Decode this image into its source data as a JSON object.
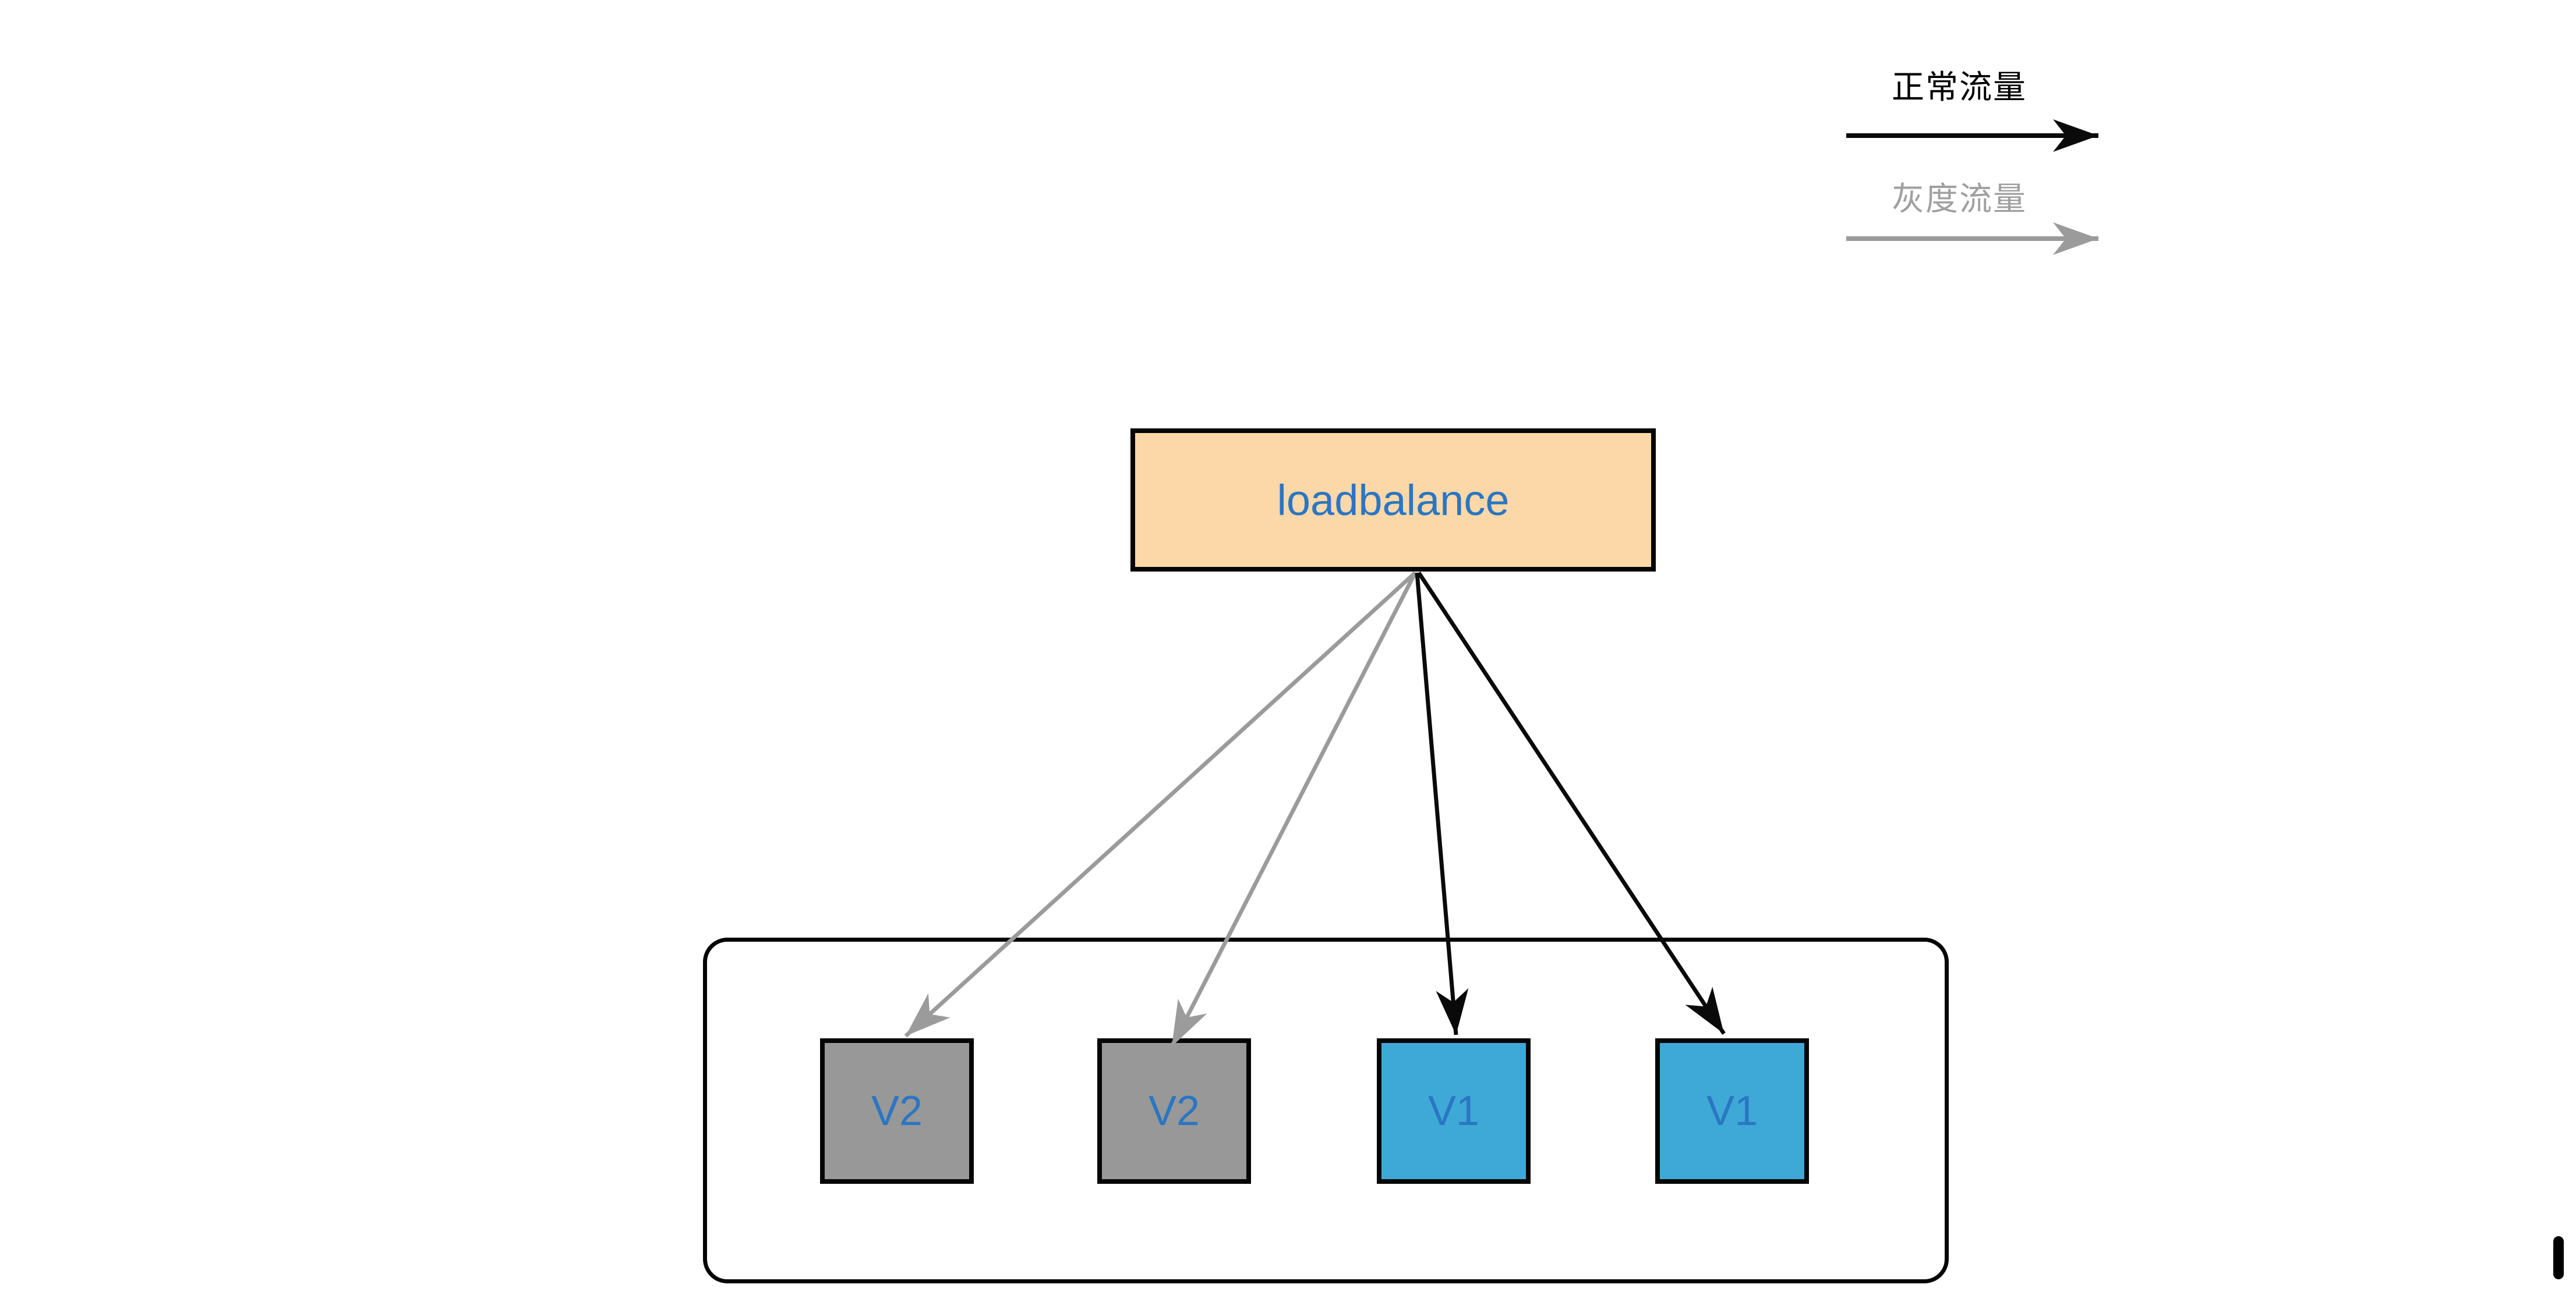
{
  "legend": {
    "normal_label": "正常流量",
    "gray_label": "灰度流量",
    "normal_color": "#000000",
    "gray_color": "#999999"
  },
  "main": {
    "loadbalance_label": "loadbalance",
    "loadbalance_fill": "#fcd8a8",
    "node_label_color": "#2b76c2",
    "instances": [
      {
        "label": "V2",
        "variant": "canary",
        "fill": "#989898"
      },
      {
        "label": "V2",
        "variant": "canary",
        "fill": "#989898"
      },
      {
        "label": "V1",
        "variant": "stable",
        "fill": "#3ea9d6"
      },
      {
        "label": "V1",
        "variant": "stable",
        "fill": "#3ea9d6"
      }
    ],
    "edges": [
      {
        "from": "loadbalance",
        "to": "instance-1",
        "traffic": "gray"
      },
      {
        "from": "loadbalance",
        "to": "instance-2",
        "traffic": "gray"
      },
      {
        "from": "loadbalance",
        "to": "instance-3",
        "traffic": "normal"
      },
      {
        "from": "loadbalance",
        "to": "instance-4",
        "traffic": "normal"
      }
    ]
  }
}
